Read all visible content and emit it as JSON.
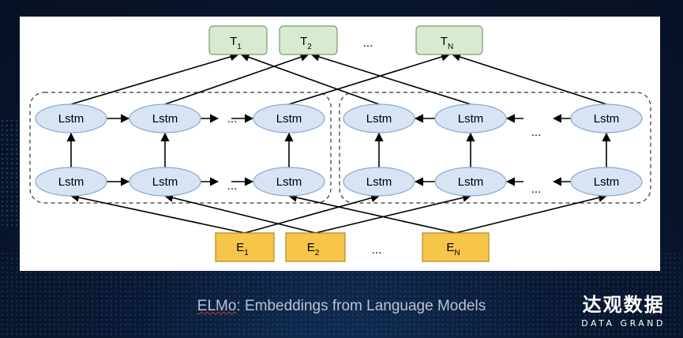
{
  "diagram": {
    "lstm_label": "Lstm",
    "ellipsis": "...",
    "outputs": [
      {
        "main": "T",
        "sub": "1"
      },
      {
        "main": "T",
        "sub": "2"
      },
      {
        "main": "T",
        "sub": "N"
      }
    ],
    "inputs": [
      {
        "main": "E",
        "sub": "1"
      },
      {
        "main": "E",
        "sub": "2"
      },
      {
        "main": "E",
        "sub": "N"
      }
    ],
    "colors": {
      "lstm_fill": "#d6e4f4",
      "lstm_stroke": "#8aa9cf",
      "output_fill": "#d9ead3",
      "output_stroke": "#7a9a6e",
      "input_fill": "#f6c549",
      "input_stroke": "#b08a1e"
    }
  },
  "caption": {
    "prefix": "ELMo",
    "rest": ": Embeddings from Language Models"
  },
  "logo": {
    "chinese": "达观数据",
    "english": "DATA GRAND"
  }
}
